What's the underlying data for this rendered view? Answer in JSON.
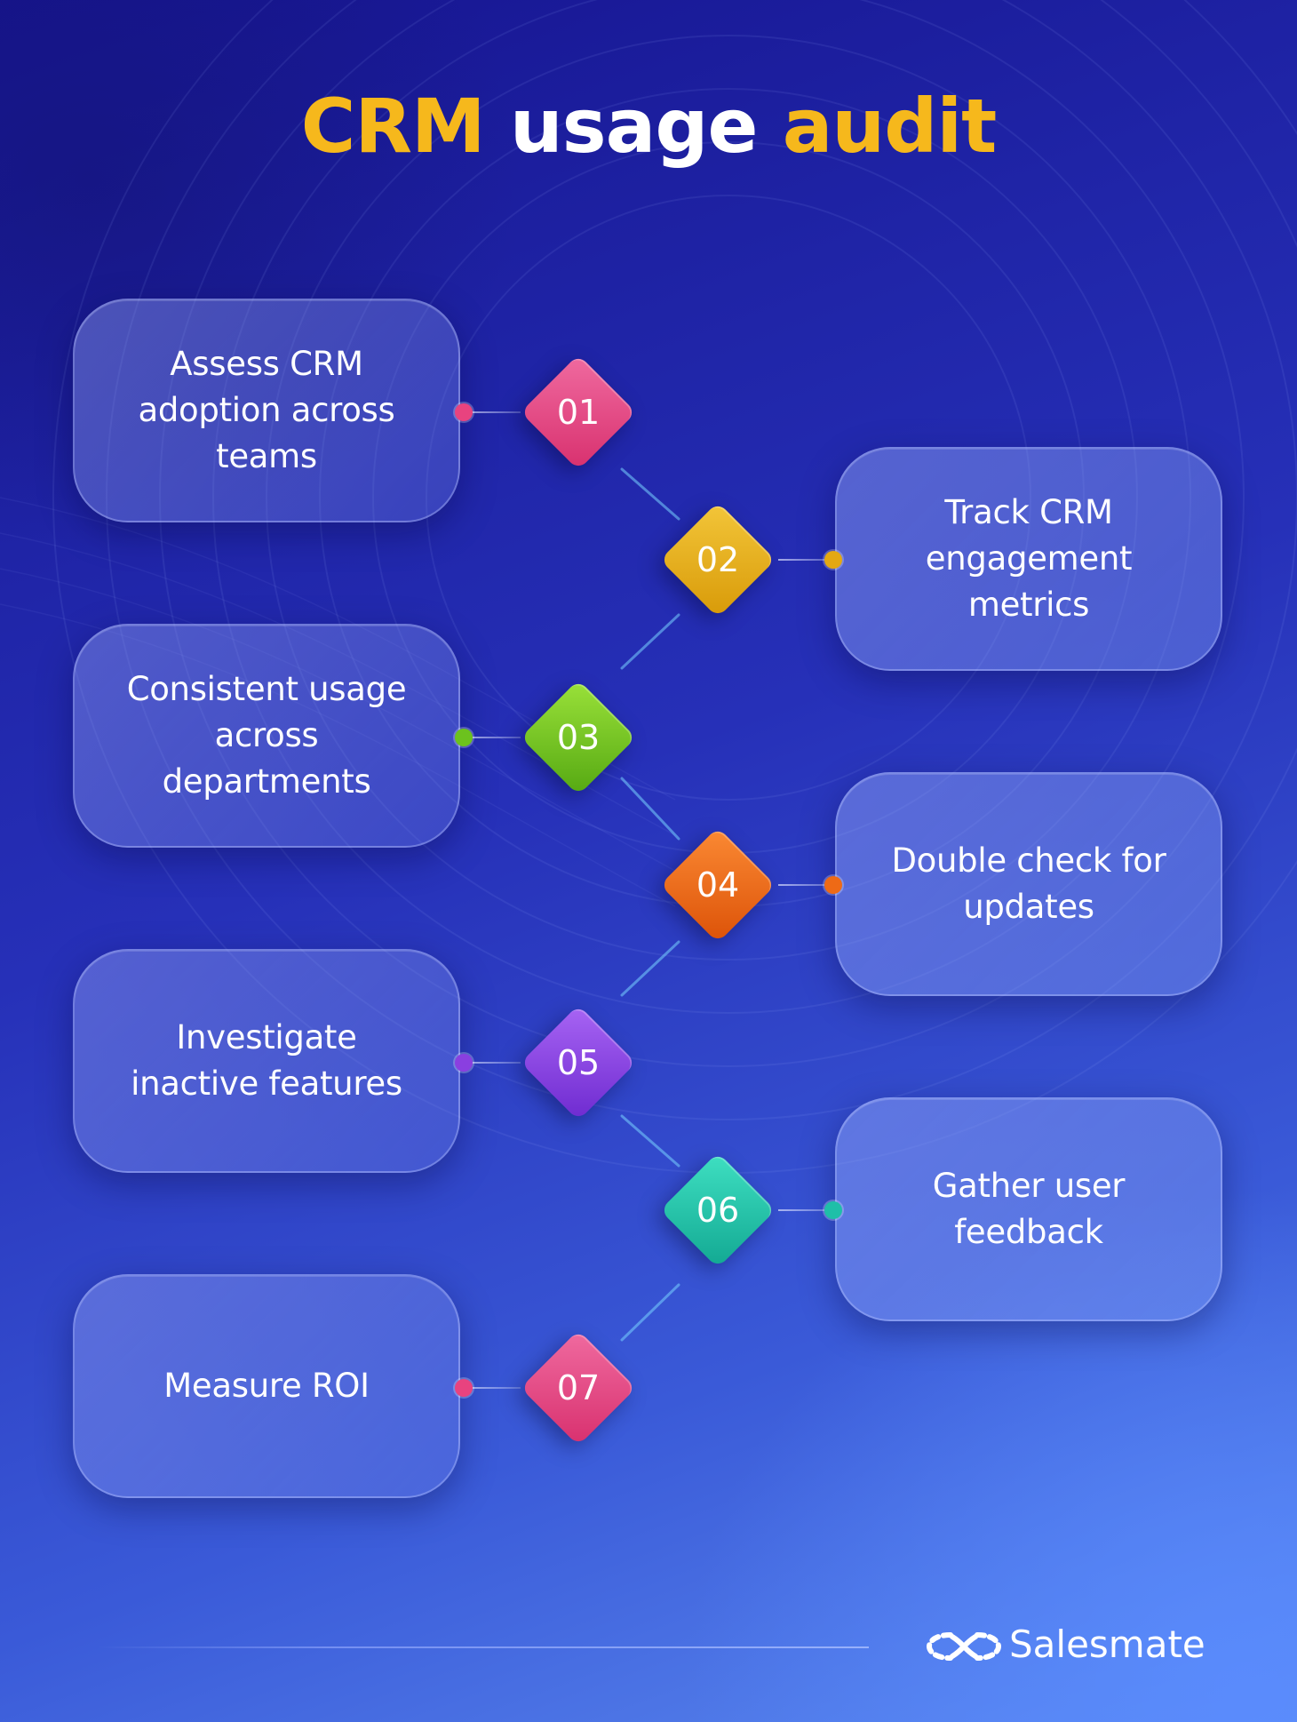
{
  "title": {
    "part1": "CRM",
    "part2": "usage",
    "part3": "audit"
  },
  "steps": [
    {
      "number": "01",
      "label": "Assess CRM adoption across teams",
      "color": "#e8437f"
    },
    {
      "number": "02",
      "label": "Track CRM engagement metrics",
      "color": "#e4a812"
    },
    {
      "number": "03",
      "label": "Consistent usage across departments",
      "color": "#6cc21e"
    },
    {
      "number": "04",
      "label": "Double check for updates",
      "color": "#ee6a16"
    },
    {
      "number": "05",
      "label": "Investigate inactive features",
      "color": "#8a3fe0"
    },
    {
      "number": "06",
      "label": "Gather user feedback",
      "color": "#1fbfa8"
    },
    {
      "number": "07",
      "label": "Measure ROI",
      "color": "#e8437f"
    }
  ],
  "brand": {
    "name": "Salesmate",
    "logo_icon": "salesmate-logo-icon"
  },
  "colors": {
    "title_accent": "#f6b81c",
    "title_plain": "#ffffff"
  }
}
